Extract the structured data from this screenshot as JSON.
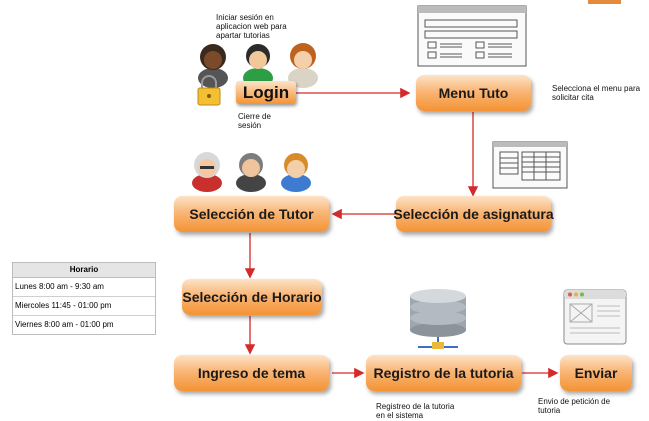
{
  "nodes": {
    "login": "Login",
    "menu_tuto": "Menu Tuto",
    "seleccion_asignatura": "Selección de asignatura",
    "seleccion_tutor": "Selección de Tutor",
    "seleccion_horario": "Selección de Horario",
    "ingreso_tema": "Ingreso de  tema",
    "registro_tutoria": "Registro de la tutoria",
    "enviar": "Enviar"
  },
  "notes": {
    "iniciar_1": "Iniciar sesión en",
    "iniciar_2": "aplicacion web para",
    "iniciar_3": "apartar tutorias",
    "cierre_1": "Cierre de",
    "cierre_2": "sesión",
    "selecciona_1": "Selecciona el menu para",
    "selecciona_2": "solicitar cita",
    "registro_1": "Registreo de la tutoria",
    "registro_2": "en el sistema",
    "envio_1": "Envio de  petición de",
    "envio_2": "tutoria"
  },
  "horario": {
    "title": "Horario",
    "rows": [
      "Lunes  8:00 am - 9:30 am",
      "Miercoles 11:45 - 01:00 pm",
      "Viernes  8:00 am - 01:00 pm"
    ]
  },
  "colors": {
    "arrow": "#d42a2a",
    "box_top": "#fde3c7",
    "box_bottom": "#f49334"
  },
  "icons": [
    "student-female-dark-icon",
    "student-male-icon",
    "student-female-icon",
    "lock-icon",
    "tutor-elder-female-icon",
    "tutor-male-icon",
    "tutor-young-icon",
    "menu-wireframe-icon",
    "table-wireframe-icon",
    "database-icon",
    "web-window-icon"
  ]
}
